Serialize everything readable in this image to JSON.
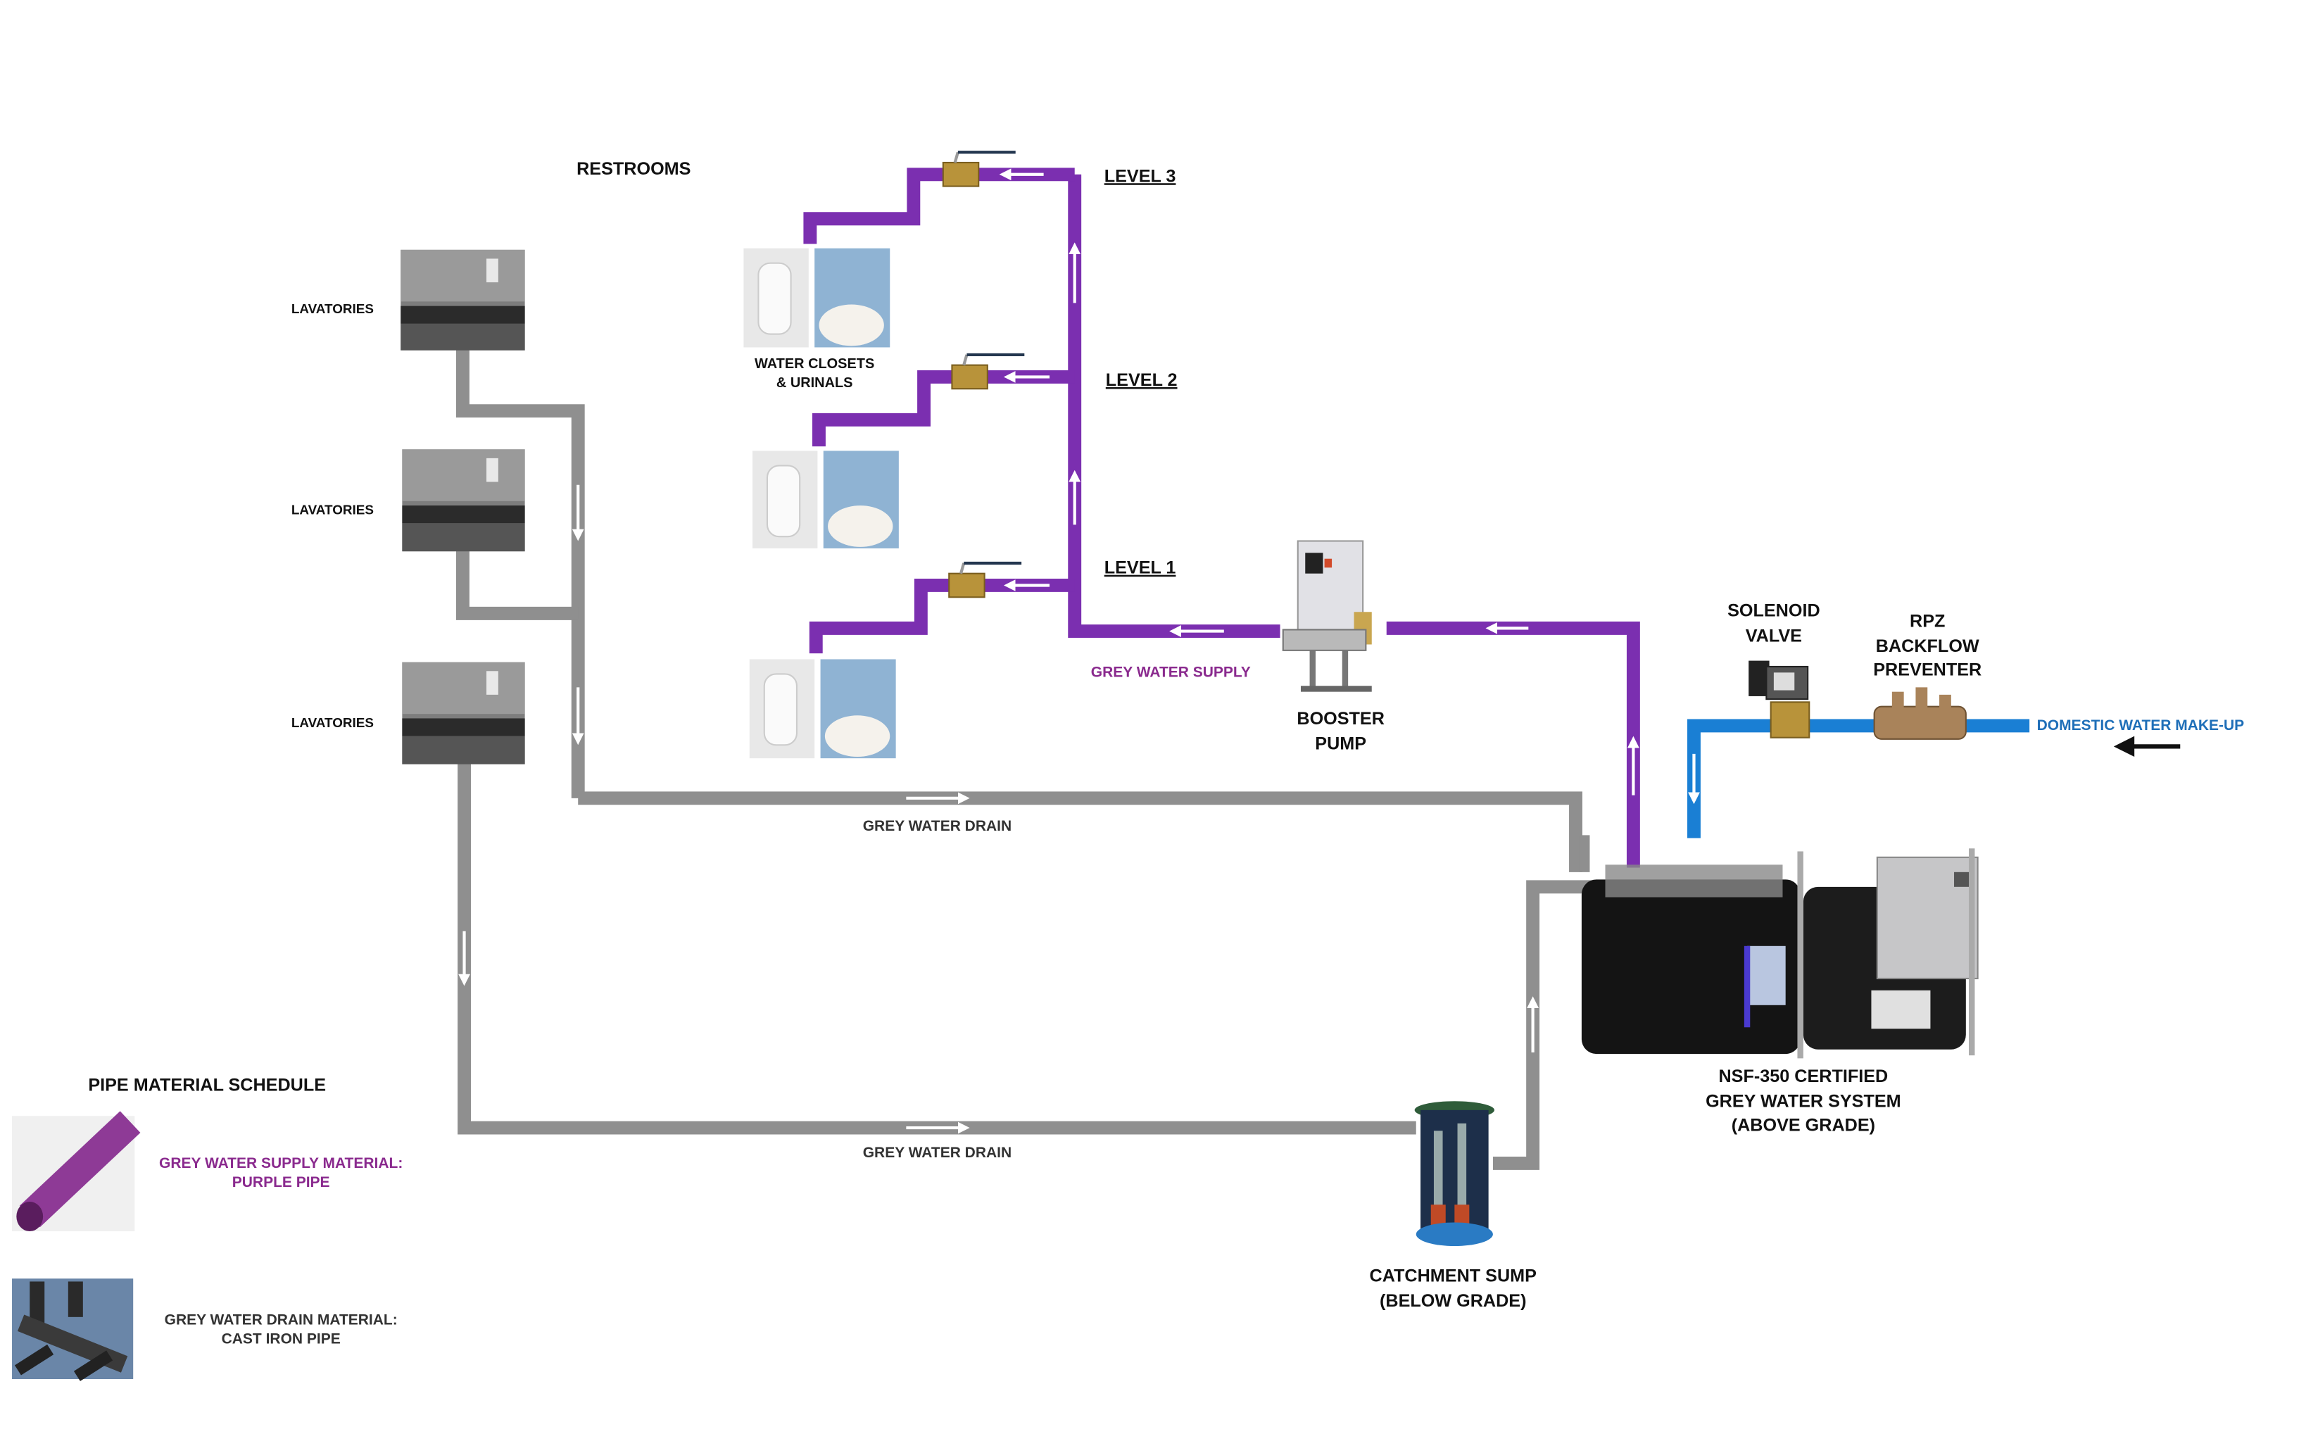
{
  "colors": {
    "supply_pipe": "#7b2fb0",
    "drain_pipe": "#8f8f8f",
    "domestic_pipe": "#1a7fd4",
    "valve_brass": "#b8933a",
    "supply_text": "#8a2a8e",
    "domestic_text": "#1f6fb8"
  },
  "labels": {
    "restrooms": "RESTROOMS",
    "lavatories": [
      "LAVATORIES",
      "LAVATORIES",
      "LAVATORIES"
    ],
    "water_closets_line1": "WATER CLOSETS",
    "water_closets_line2": "& URINALS",
    "levels": [
      "LEVEL 3",
      "LEVEL 2",
      "LEVEL 1"
    ],
    "grey_water_supply": "GREY WATER SUPPLY",
    "booster_pump_line1": "BOOSTER",
    "booster_pump_line2": "PUMP",
    "solenoid_line1": "SOLENOID",
    "solenoid_line2": "VALVE",
    "rpz_line1": "RPZ",
    "rpz_line2": "BACKFLOW",
    "rpz_line3": "PREVENTER",
    "domestic_makeup": "DOMESTIC WATER MAKE-UP",
    "grey_water_drain_upper": "GREY WATER DRAIN",
    "grey_water_drain_lower": "GREY WATER DRAIN",
    "system_line1": "NSF-350 CERTIFIED",
    "system_line2": "GREY WATER SYSTEM",
    "system_line3": "(ABOVE GRADE)",
    "sump_line1": "CATCHMENT SUMP",
    "sump_line2": "(BELOW GRADE)"
  },
  "legend": {
    "title": "PIPE MATERIAL SCHEDULE",
    "items": [
      {
        "line1": "GREY WATER SUPPLY MATERIAL:",
        "line2": "PURPLE PIPE",
        "icon": "purple-pipe"
      },
      {
        "line1": "GREY WATER DRAIN MATERIAL:",
        "line2": "CAST IRON PIPE",
        "icon": "cast-iron-pipe"
      }
    ]
  }
}
